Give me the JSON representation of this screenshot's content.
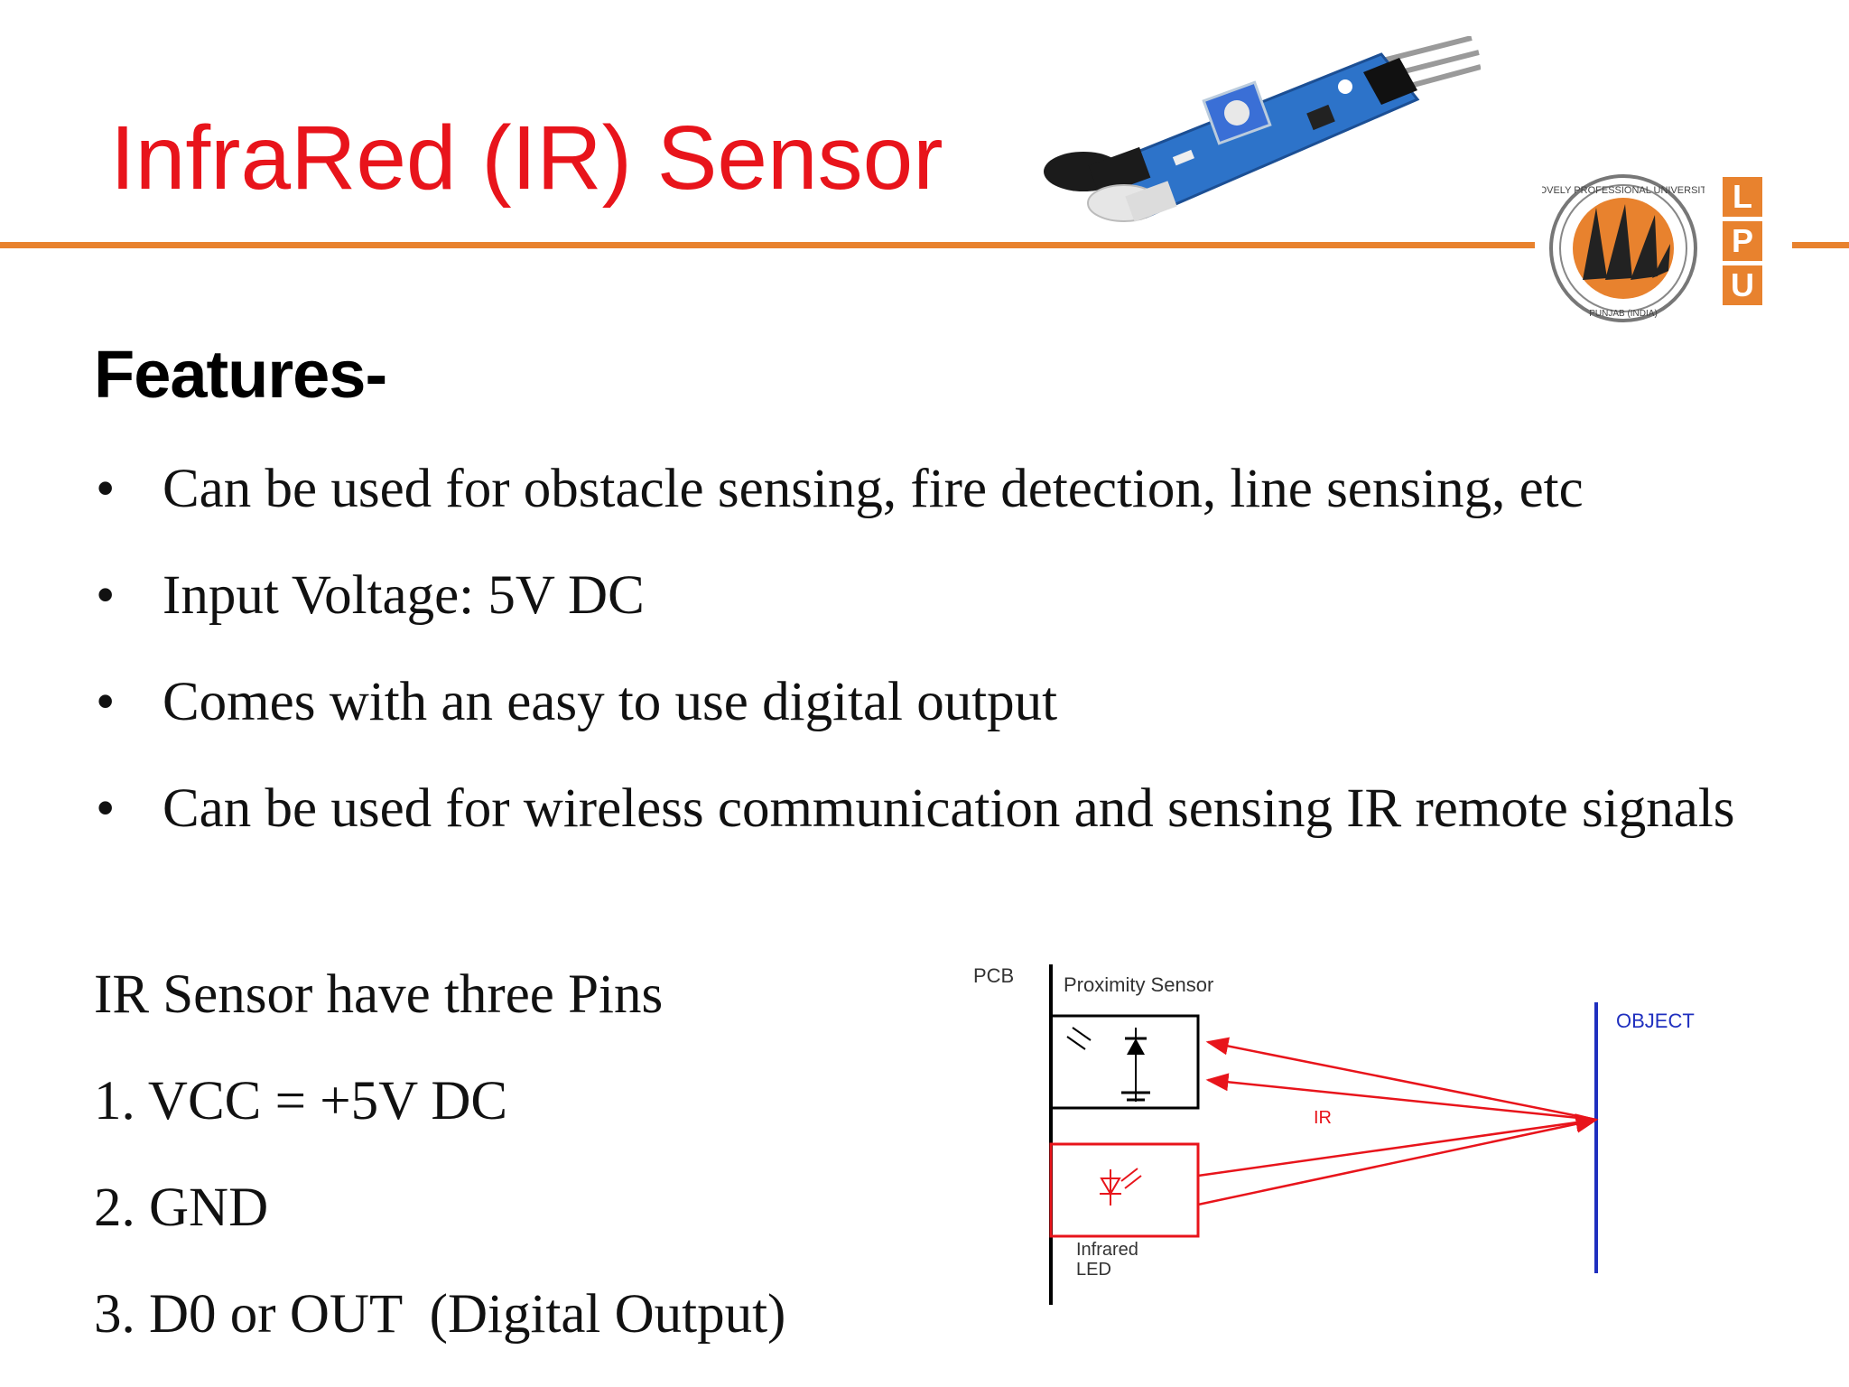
{
  "slide": {
    "title": "InfraRed (IR) Sensor",
    "heading": "Features-",
    "features": [
      "Can be used for obstacle sensing, fire detection, line sensing, etc",
      "Input Voltage: 5V DC",
      "Comes with an easy to use digital output",
      "Can be used for wireless communication and sensing IR remote signals"
    ],
    "bullet": "•",
    "pins_intro": "IR Sensor have three Pins",
    "pins": [
      "1. VCC = +5V DC",
      "2. GND",
      "3. D0 or OUT  (Digital Output)"
    ]
  },
  "logo": {
    "letters": [
      "L",
      "P",
      "U"
    ],
    "seal_text": "LOVELY PROFESSIONAL UNIVERSITY",
    "seal_bottom": "PUNJAB (INDIA)"
  },
  "diagram": {
    "pcb_label": "PCB",
    "sensor_label": "Proximity Sensor",
    "object_label": "OBJECT",
    "ir_label": "IR",
    "led_label_1": "Infrared",
    "led_label_2": "LED"
  },
  "colors": {
    "title": "#e8141b",
    "accent": "#e8822e",
    "diagram_red": "#e8141b",
    "object_line": "#1f2fbf"
  },
  "icons": {
    "sensor_module": "ir-sensor-module-image",
    "university_seal": "lpu-seal-icon"
  }
}
